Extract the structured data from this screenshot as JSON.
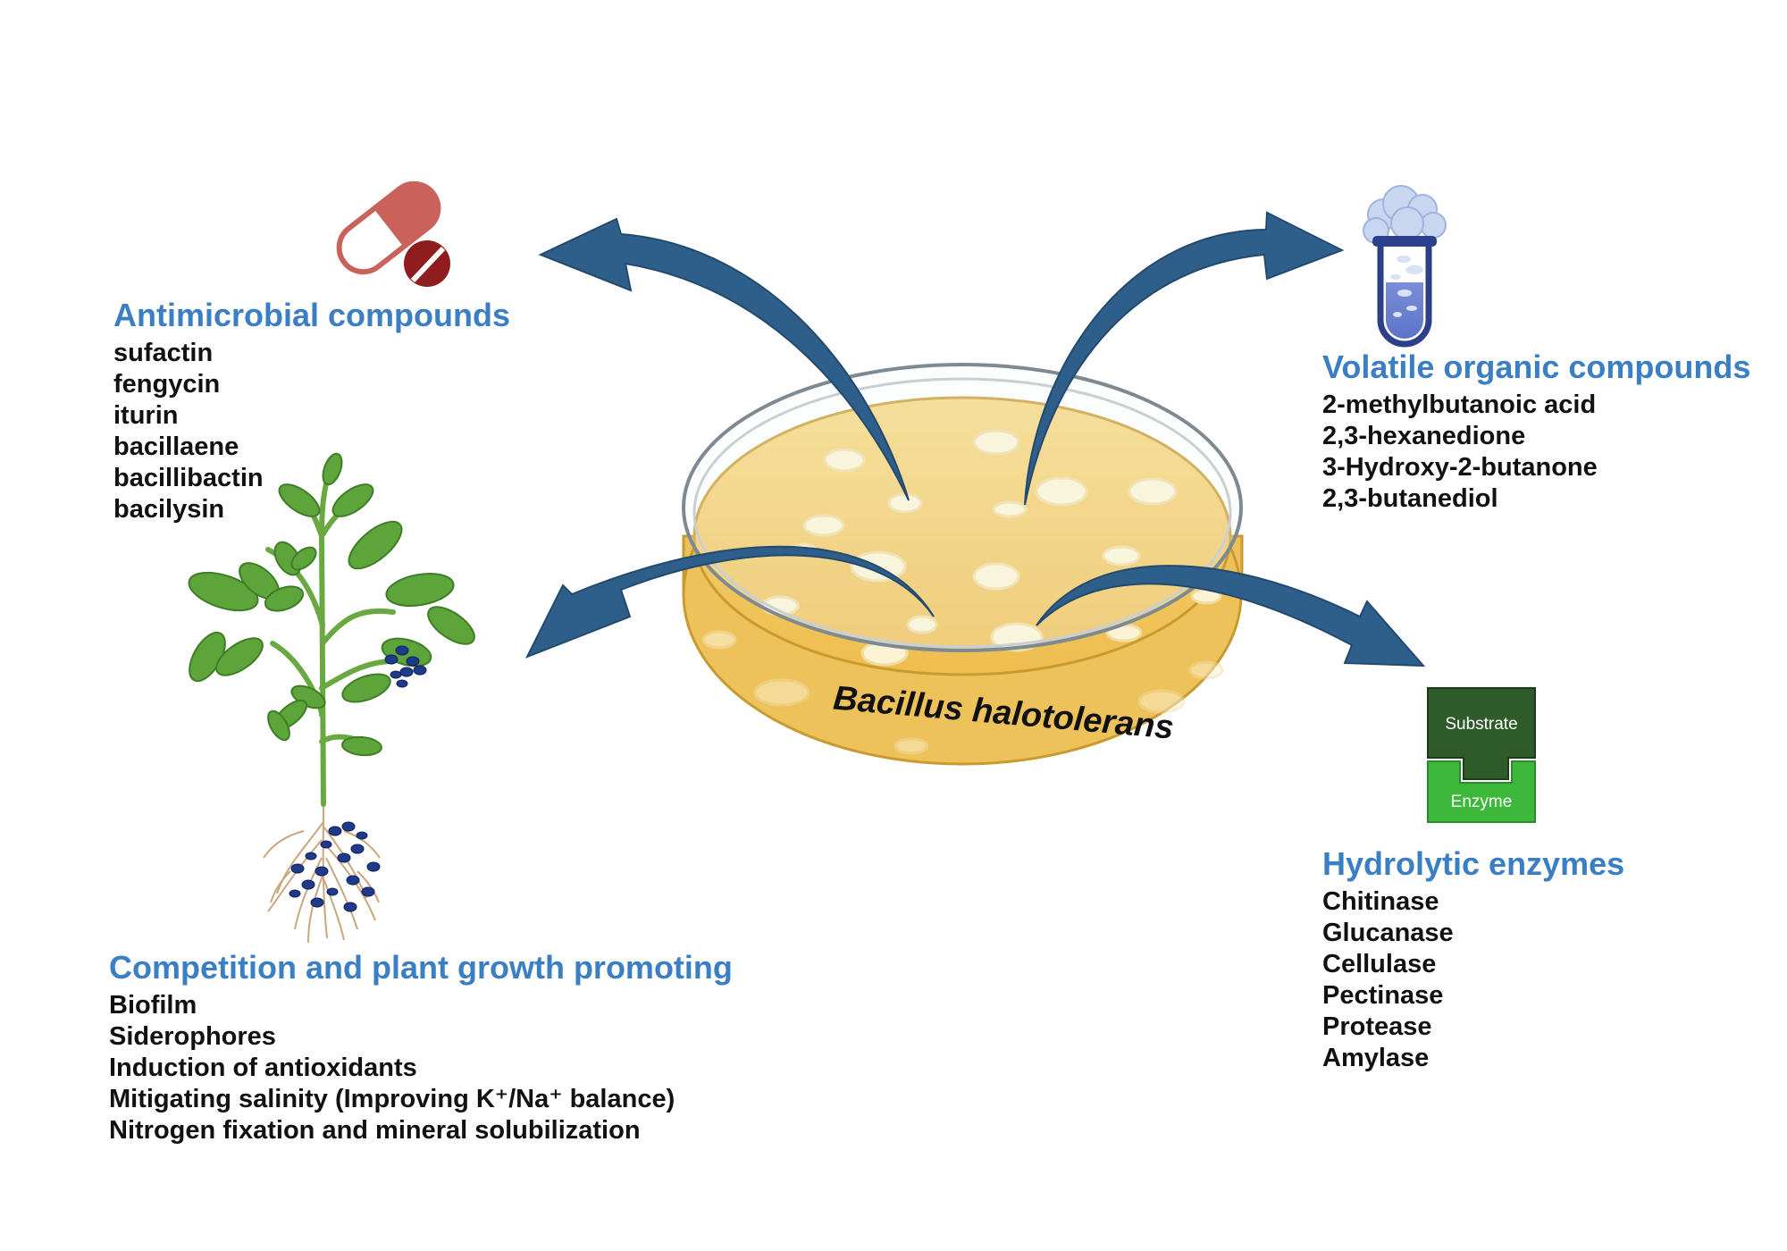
{
  "center": {
    "label": "Bacillus halotolerans"
  },
  "enzyme_icon": {
    "top_label": "Substrate",
    "bottom_label": "Enzyme"
  },
  "colors": {
    "arrow": "#2e5f8a",
    "heading": "#3a7ec4",
    "agar": "#f3cd66",
    "colony": "#fbf3d3",
    "substrate_block": "#2f5a2a",
    "enzyme_block": "#3db83a",
    "pill_light": "#c9625a",
    "pill_dark": "#8f1d1d",
    "leaf": "#5da53b",
    "root_bacteria": "#1f3a8a"
  },
  "groups": {
    "antimicrobial": {
      "icon": "capsule-pill-icon",
      "title": "Antimicrobial compounds",
      "items": [
        "sufactin",
        "fengycin",
        "iturin",
        "bacillaene",
        "bacillibactin",
        "bacilysin"
      ]
    },
    "volatile": {
      "icon": "test-tube-gas-icon",
      "title": "Volatile organic compounds",
      "items": [
        "2-methylbutanoic acid",
        "2,3-hexanedione",
        "3-Hydroxy-2-butanone",
        "2,3-butanediol"
      ]
    },
    "enzymes": {
      "icon": "substrate-enzyme-icon",
      "title": "Hydrolytic enzymes",
      "items": [
        "Chitinase",
        "Glucanase",
        "Cellulase",
        "Pectinase",
        "Protease",
        "Amylase"
      ]
    },
    "competition": {
      "icon": "plant-with-roots-icon",
      "title": "Competition and plant growth promoting",
      "items": [
        "Biofilm",
        "Siderophores",
        "Induction of antioxidants",
        "Mitigating salinity (Improving K⁺/Na⁺ balance)",
        "Nitrogen fixation and mineral solubilization"
      ]
    }
  }
}
